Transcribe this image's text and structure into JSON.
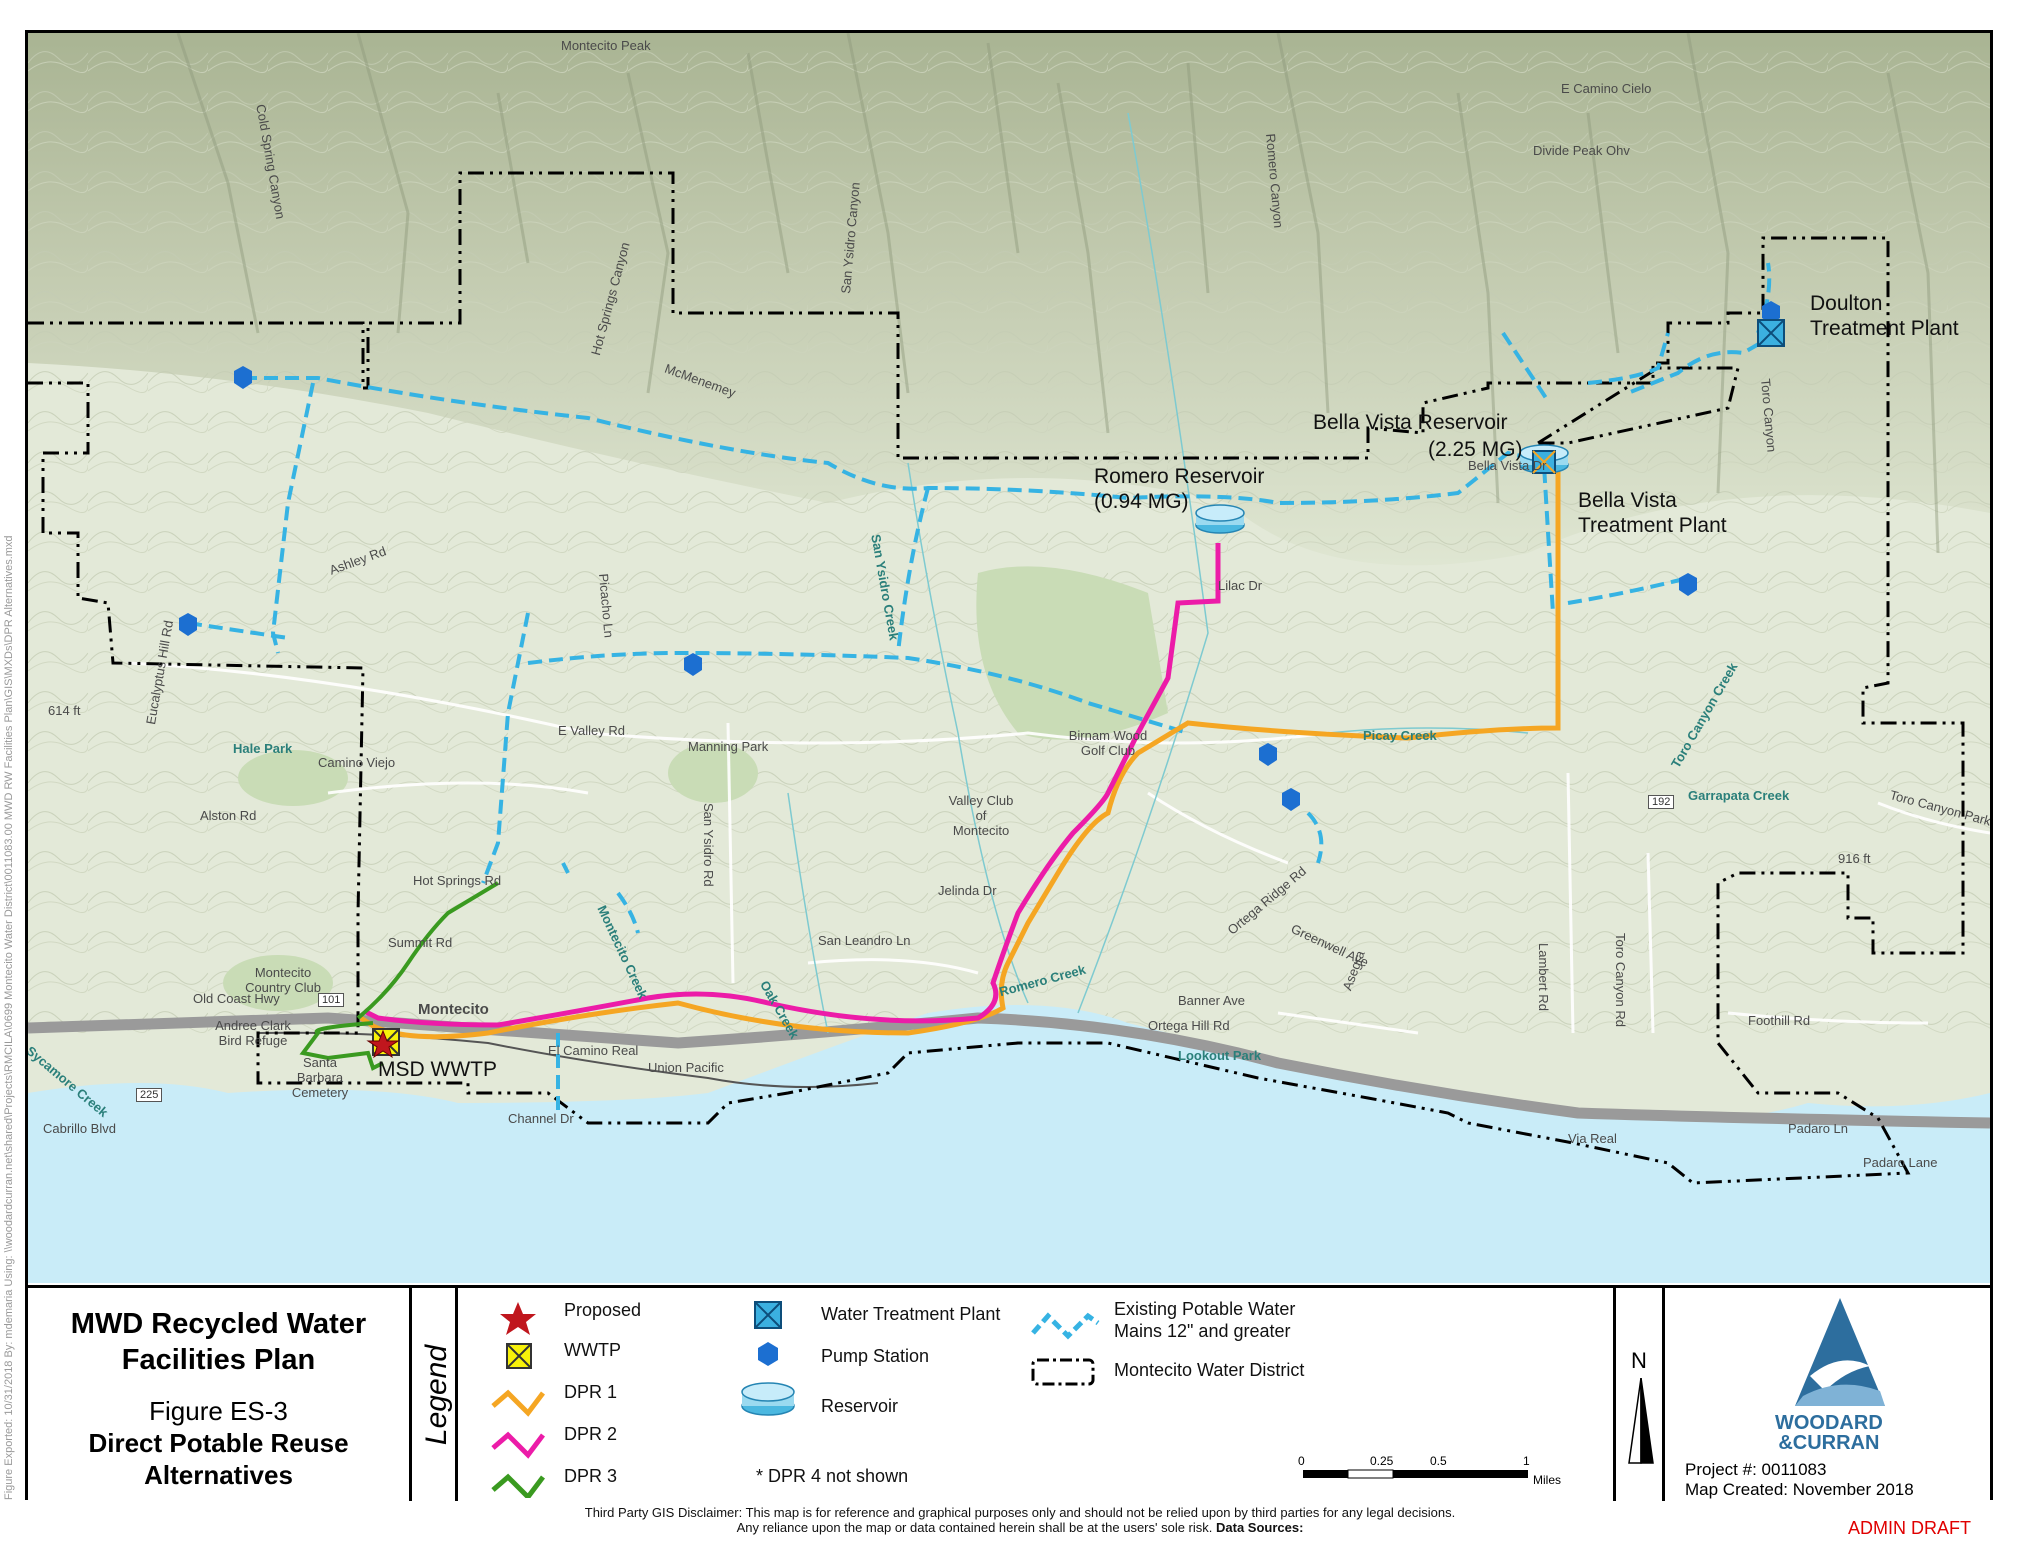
{
  "map": {
    "features": {
      "doulton": "Doulton\nTreatment Plant",
      "bella_reservoir_name": "Bella Vista Reservoir",
      "bella_reservoir_cap": "(2.25 MG)",
      "bella_tp": "Bella Vista\nTreatment Plant",
      "romero_name": "Romero Reservoir",
      "romero_cap": "(0.94 MG)",
      "msd": "MSD WWTP"
    },
    "places": [
      "Montecito Peak",
      "Cold Spring Canyon",
      "Hot Springs Canyon",
      "San Ysidro Canyon",
      "Romero Canyon",
      "Toro Canyon",
      "E Camino Cielo",
      "Divide Peak Ohv",
      "McMenemey",
      "Ashley Rd",
      "Picacho Ln",
      "E Valley Rd",
      "Hale Park",
      "Camino Viejo",
      "Alston Rd",
      "Manning Park",
      "Valley Club of Montecito",
      "Birnam Wood Golf Club",
      "San Ysidro Rd",
      "Jelinda Dr",
      "San Leandro Ln",
      "Hot Springs Rd",
      "Montecito Country Club",
      "Summit Rd",
      "Old Coast Hwy",
      "Andree Clark Bird Refuge",
      "Santa Barbara Cemetery",
      "Montecito",
      "El Camino Real",
      "Union Pacific",
      "Channel Dr",
      "Cabrillo Blvd",
      "Banner Ave",
      "Ortega Hill Rd",
      "Lookout Park",
      "Ortega Ridge Rd",
      "Greenwell Ave",
      "Asegra",
      "Lambert Rd",
      "Toro Canyon Rd",
      "Foothill Rd",
      "Via Real",
      "Padaro Ln",
      "Padaro Lane",
      "Toro Canyon Park Rd",
      "Garrapata Creek",
      "Picay Creek",
      "Toro Canyon Creek",
      "Romero Creek",
      "Oak Creek",
      "Montecito Creek",
      "San Ysidro Creek",
      "Lilac Dr",
      "Eucalyptus Hill Rd",
      "Sycamore Creek",
      "Bella Vista Dr",
      "614 ft",
      "916 ft"
    ],
    "highways": [
      "101",
      "192",
      "225"
    ]
  },
  "legend": {
    "title1": "MWD Recycled Water",
    "title2": "Facilities Plan",
    "figure": "Figure ES-3",
    "subtitle1": "Direct Potable Reuse",
    "subtitle2": "Alternatives",
    "legend_word": "Legend",
    "items": {
      "proposed": "Proposed",
      "wwtp": "WWTP",
      "dpr1": "DPR 1",
      "dpr2": "DPR 2",
      "dpr3": "DPR 3",
      "wtp": "Water Treatment Plant",
      "pump": "Pump Station",
      "reservoir": "Reservoir",
      "dpr4_note": "* DPR 4 not shown",
      "mains1": "Existing Potable Water",
      "mains2": "Mains 12\" and greater",
      "district": "Montecito Water District"
    },
    "scale": {
      "ticks": [
        "0",
        "0.25",
        "0.5",
        "1"
      ],
      "unit": "Miles"
    },
    "north": "N",
    "logo1": "WOODARD",
    "logo2": "&CURRAN",
    "project": "Project #: 0011083",
    "created": "Map Created: November 2018"
  },
  "disclaimer1": "Third Party GIS Disclaimer: This map is for reference and graphical purposes only and should not be relied upon by third parties for any legal decisions.",
  "disclaimer2": "Any reliance upon the map or data contained herein shall be at the users' sole risk.",
  "disclaimer_bold": "Data Sources:",
  "admin": "ADMIN DRAFT",
  "side_text": "Figure Exported: 10/31/2018 By: mdemaria Using: \\\\woodardcurran.net\\shared\\Projects\\RMCILA\\0699 Montecito Water District\\0011083.00 MWD RW Facilities Plan\\GIS\\MXDs\\DPR Alternatives.mxd",
  "colors": {
    "dpr1": "#f5a623",
    "dpr2": "#ec1ca8",
    "dpr3": "#3a9a20",
    "mains": "#36b3e3",
    "ocean": "#c9ecf8",
    "pump": "#1c6fd1",
    "wtp": "#3bb0e0",
    "wwtp": "#f7f10a",
    "star": "#c0161d"
  }
}
